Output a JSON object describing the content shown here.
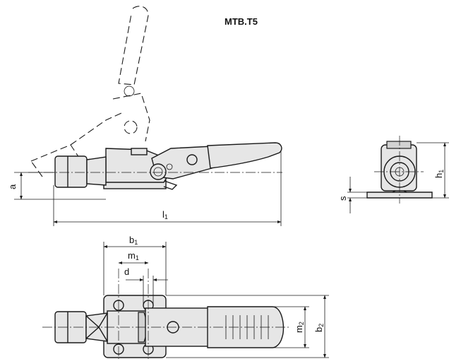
{
  "title": "MTB.T5",
  "dimensions": {
    "a": "a",
    "l1": {
      "base": "l",
      "sub": "1"
    },
    "s": "s",
    "h1": {
      "base": "h",
      "sub": "1"
    },
    "b1": {
      "base": "b",
      "sub": "1"
    },
    "m1": {
      "base": "m",
      "sub": "1"
    },
    "d": "d",
    "m2": {
      "base": "m",
      "sub": "2"
    },
    "b2": {
      "base": "b",
      "sub": "2"
    }
  }
}
